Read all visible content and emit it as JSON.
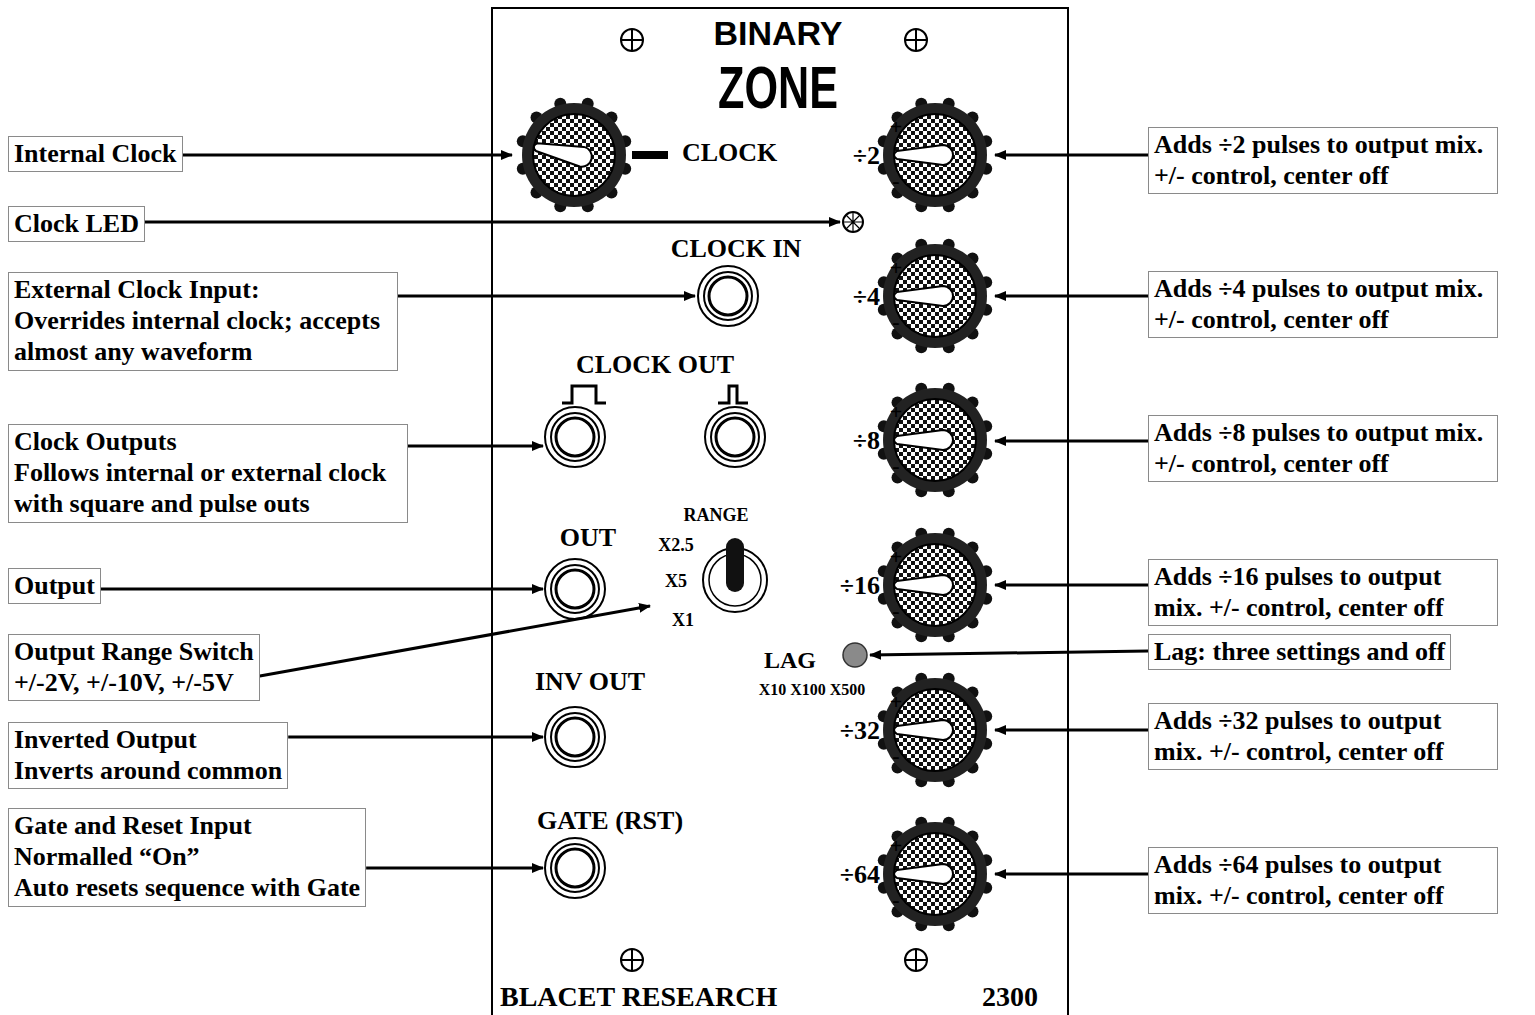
{
  "diagram": {
    "nodes": [
      {
        "text": [
          "Internal Clock"
        ]
      },
      {
        "text": [
          "Clock LED"
        ]
      },
      {
        "text": [
          "External Clock Input:",
          "Overrides internal clock; accepts almost any waveform"
        ]
      },
      {
        "text": [
          "Clock Outputs",
          "Follows internal or external clock with square and pulse outs"
        ]
      },
      {
        "text": [
          "Output"
        ]
      },
      {
        "text": [
          "Output Range Switch",
          "+/-2V, +/-10V, +/-5V"
        ]
      },
      {
        "text": [
          "Inverted Output",
          "Inverts around common"
        ]
      },
      {
        "text": [
          "Gate and Reset Input",
          "Normalled “On”",
          "Auto resets sequence with Gate"
        ]
      },
      {
        "text": [
          "Adds ÷2 pulses to output mix. +/- control, center off"
        ]
      },
      {
        "text": [
          "Adds ÷4 pulses to output mix. +/- control, center off"
        ]
      },
      {
        "text": [
          "Adds ÷8 pulses to output mix. +/- control, center off"
        ]
      },
      {
        "text": [
          "Adds ÷16 pulses to output mix. +/- control, center off"
        ]
      },
      {
        "text": [
          "Lag: three settings and off"
        ]
      },
      {
        "text": [
          "Adds ÷32 pulses to output mix. +/- control, center off"
        ]
      },
      {
        "text": [
          "Adds ÷64 pulses to output mix. +/- control, center off"
        ]
      }
    ],
    "labels": [
      "BINARY",
      "ZONE",
      "CLOCK",
      "÷2",
      "+",
      "-",
      "CLOCK IN",
      "÷4",
      "+",
      "-",
      "CLOCK OUT",
      "÷8",
      "+",
      "-",
      "OUT",
      "RANGE",
      "X2.5",
      "X5",
      "X1",
      "÷16",
      "+",
      "-",
      "LAG",
      "X10 X100 X500",
      "INV OUT",
      "÷32",
      "+",
      "-",
      "GATE (RST)",
      "÷64",
      "+",
      "-",
      "BLACET RESEARCH",
      "2300"
    ]
  }
}
